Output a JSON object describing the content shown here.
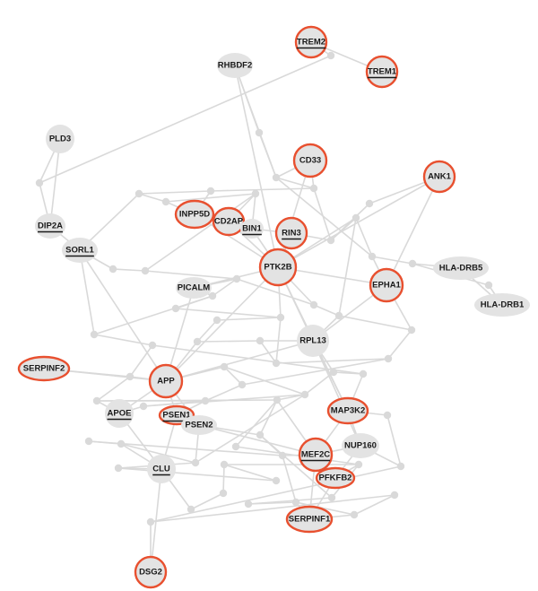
{
  "colors": {
    "edge": "#d9d9d9",
    "node": "#e3e3e3",
    "highlight": "#e8502f",
    "label": "#1a1a1a"
  },
  "nodes": [
    {
      "id": "TREM2",
      "label": "TREM2",
      "highlight": true,
      "underline": true
    },
    {
      "id": "TREM1",
      "label": "TREM1",
      "highlight": true,
      "underline": true
    },
    {
      "id": "RHBDF2",
      "label": "RHBDF2",
      "highlight": false,
      "underline": false
    },
    {
      "id": "PLD3",
      "label": "PLD3",
      "highlight": false,
      "underline": false
    },
    {
      "id": "CD33",
      "label": "CD33",
      "highlight": true,
      "underline": false
    },
    {
      "id": "ANK1",
      "label": "ANK1",
      "highlight": true,
      "underline": false
    },
    {
      "id": "INPP5D",
      "label": "INPP5D",
      "highlight": true,
      "underline": false
    },
    {
      "id": "CD2AP",
      "label": "CD2AP",
      "highlight": true,
      "underline": false
    },
    {
      "id": "BIN1",
      "label": "BIN1",
      "highlight": false,
      "underline": true
    },
    {
      "id": "RIN3",
      "label": "RIN3",
      "highlight": true,
      "underline": true
    },
    {
      "id": "DIP2A",
      "label": "DIP2A",
      "highlight": false,
      "underline": true
    },
    {
      "id": "SORL1",
      "label": "SORL1",
      "highlight": false,
      "underline": true
    },
    {
      "id": "PTK2B",
      "label": "PTK2B",
      "highlight": true,
      "underline": false
    },
    {
      "id": "HLA-DRB5",
      "label": "HLA-DRB5",
      "highlight": false,
      "underline": false
    },
    {
      "id": "EPHA1",
      "label": "EPHA1",
      "highlight": true,
      "underline": false
    },
    {
      "id": "HLA-DRB1",
      "label": "HLA-DRB1",
      "highlight": false,
      "underline": false
    },
    {
      "id": "PICALM",
      "label": "PICALM",
      "highlight": false,
      "underline": false
    },
    {
      "id": "RPL13",
      "label": "RPL13",
      "highlight": false,
      "underline": false
    },
    {
      "id": "SERPINF2",
      "label": "SERPINF2",
      "highlight": true,
      "underline": false
    },
    {
      "id": "APP",
      "label": "APP",
      "highlight": true,
      "underline": false
    },
    {
      "id": "MAP3K2",
      "label": "MAP3K2",
      "highlight": true,
      "underline": false
    },
    {
      "id": "APOE",
      "label": "APOE",
      "highlight": false,
      "underline": true
    },
    {
      "id": "PSEN1",
      "label": "PSEN1",
      "highlight": true,
      "underline": true
    },
    {
      "id": "PSEN2",
      "label": "PSEN2",
      "highlight": false,
      "underline": false
    },
    {
      "id": "NUP160",
      "label": "NUP160",
      "highlight": false,
      "underline": false
    },
    {
      "id": "MEF2C",
      "label": "MEF2C",
      "highlight": true,
      "underline": true
    },
    {
      "id": "CLU",
      "label": "CLU",
      "highlight": false,
      "underline": true
    },
    {
      "id": "PFKFB2",
      "label": "PFKFB2",
      "highlight": true,
      "underline": false
    },
    {
      "id": "SERPINF1",
      "label": "SERPINF1",
      "highlight": true,
      "underline": false
    },
    {
      "id": "DSG2",
      "label": "DSG2",
      "highlight": true,
      "underline": false
    }
  ],
  "links": [
    [
      "TREM2",
      "TREM1"
    ],
    [
      "PLD3",
      "DIP2A"
    ],
    [
      "DIP2A",
      "SORL1"
    ],
    [
      "HLA-DRB5",
      "HLA-DRB1"
    ],
    [
      "SERPINF2",
      "APP"
    ],
    [
      "ANK1",
      "EPHA1"
    ],
    [
      "ANK1",
      "PTK2B"
    ],
    [
      "PTK2B",
      "EPHA1"
    ],
    [
      "PTK2B",
      "RPL13"
    ],
    [
      "PTK2B",
      "CD2AP"
    ],
    [
      "PTK2B",
      "RIN3"
    ],
    [
      "PTK2B",
      "BIN1"
    ],
    [
      "PTK2B",
      "CD33"
    ],
    [
      "PTK2B",
      "PICALM"
    ],
    [
      "PTK2B",
      "APP"
    ],
    [
      "PTK2B",
      "MAP3K2"
    ],
    [
      "INPP5D",
      "CD2AP"
    ],
    [
      "CD2AP",
      "BIN1"
    ],
    [
      "BIN1",
      "RIN3"
    ],
    [
      "INPP5D",
      "PTK2B"
    ],
    [
      "RHBDF2",
      "PTK2B"
    ],
    [
      "SORL1",
      "APP"
    ],
    [
      "APP",
      "PSEN1"
    ],
    [
      "PSEN1",
      "PSEN2"
    ],
    [
      "APP",
      "PSEN2"
    ],
    [
      "APP",
      "APOE"
    ],
    [
      "APOE",
      "CLU"
    ],
    [
      "CLU",
      "PSEN1"
    ],
    [
      "CLU",
      "DSG2"
    ],
    [
      "APP",
      "PICALM"
    ],
    [
      "APP",
      "RPL13"
    ],
    [
      "RPL13",
      "MAP3K2"
    ],
    [
      "RPL13",
      "EPHA1"
    ],
    [
      "MAP3K2",
      "NUP160"
    ],
    [
      "MAP3K2",
      "MEF2C"
    ],
    [
      "MEF2C",
      "PFKFB2"
    ],
    [
      "MEF2C",
      "NUP160"
    ],
    [
      "PFKFB2",
      "NUP160"
    ],
    [
      "PFKFB2",
      "SERPINF1"
    ],
    [
      "MEF2C",
      "SERPINF1"
    ],
    [
      "RPL13",
      "NUP160"
    ],
    [
      "PSEN2",
      "MEF2C"
    ]
  ]
}
